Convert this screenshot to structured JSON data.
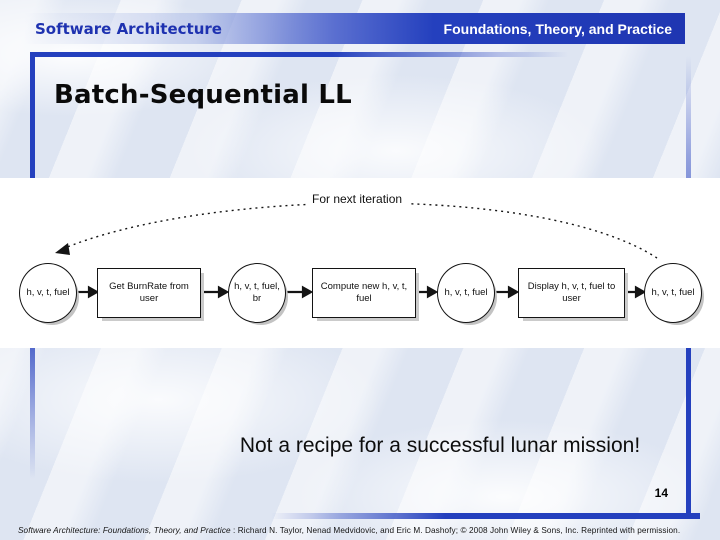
{
  "header": {
    "left_title": "Software Architecture",
    "right_title": "Foundations, Theory, and Practice"
  },
  "slide": {
    "title": "Batch-Sequential LL",
    "note": "Not a recipe for a successful lunar mission!",
    "page_number": "14"
  },
  "diagram": {
    "loop_label": "For next iteration",
    "nodes": [
      {
        "type": "circle",
        "label": "h, v, t, fuel"
      },
      {
        "type": "rect",
        "label": "Get BurnRate from user"
      },
      {
        "type": "circle",
        "label": "h, v, t, fuel, br"
      },
      {
        "type": "rect",
        "label": "Compute new h, v, t, fuel"
      },
      {
        "type": "circle",
        "label": "h, v, t, fuel"
      },
      {
        "type": "rect",
        "label": "Display h, v, t, fuel to user"
      },
      {
        "type": "circle",
        "label": "h, v, t, fuel"
      }
    ]
  },
  "footer": {
    "citation_italic": "Software Architecture: Foundations, Theory, and Practice",
    "citation_rest": ": Richard N. Taylor, Nenad Medvidovic, and Eric M. Dashofy; © 2008 John Wiley & Sons, Inc. Reprinted with permission."
  },
  "colors": {
    "accent_blue": "#2440be",
    "header_text_blue": "#1e32b0",
    "background": "#e2e8f3"
  }
}
